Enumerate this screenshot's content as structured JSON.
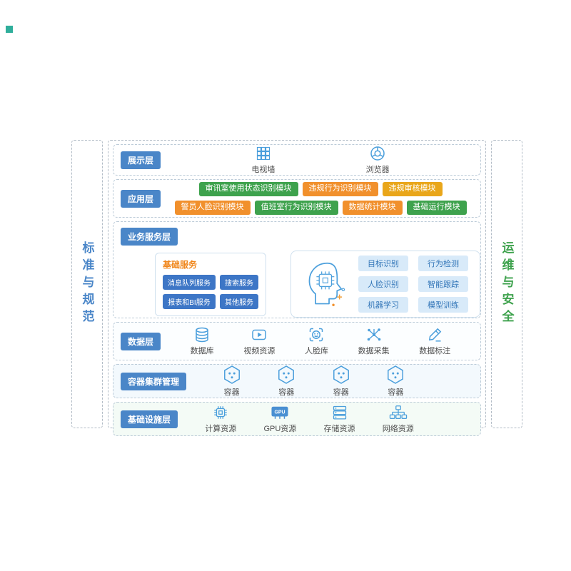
{
  "sidebar_left": {
    "label": "标准与规范"
  },
  "sidebar_right": {
    "label": "运维与安全"
  },
  "presentation": {
    "label": "展示层",
    "items": [
      {
        "icon": "tv-wall-icon",
        "label": "电视墙"
      },
      {
        "icon": "browser-icon",
        "label": "浏览器"
      }
    ]
  },
  "application": {
    "label": "应用层",
    "row1": [
      {
        "label": "审讯室使用状态识别模块",
        "color": "#3ea24d"
      },
      {
        "label": "违规行为识别模块",
        "color": "#f1902c"
      },
      {
        "label": "违规审核模块",
        "color": "#e9a61a"
      }
    ],
    "row2": [
      {
        "label": "警员人脸识别模块",
        "color": "#f1902c"
      },
      {
        "label": "值班室行为识别模块",
        "color": "#3ea24d"
      },
      {
        "label": "数据统计模块",
        "color": "#f1902c"
      },
      {
        "label": "基础运行模块",
        "color": "#3ea24d"
      }
    ]
  },
  "business": {
    "label": "业务服务层",
    "basic": {
      "title": "基础服务",
      "items": [
        "消息队列服务",
        "搜索服务",
        "报表和BI服务",
        "其他服务"
      ]
    },
    "ai": {
      "items": [
        "目标识别",
        "行为检测",
        "人脸识别",
        "智能跟踪",
        "机器学习",
        "模型训练"
      ]
    }
  },
  "data_layer": {
    "label": "数据层",
    "items": [
      {
        "icon": "database-icon",
        "label": "数据库"
      },
      {
        "icon": "video-icon",
        "label": "视频资源"
      },
      {
        "icon": "face-library-icon",
        "label": "人脸库"
      },
      {
        "icon": "data-collect-icon",
        "label": "数据采集"
      },
      {
        "icon": "data-annotate-icon",
        "label": "数据标注"
      }
    ]
  },
  "container_layer": {
    "label": "容器集群管理",
    "items": [
      {
        "icon": "container-hexagon-icon",
        "label": "容器"
      },
      {
        "icon": "container-hexagon-icon",
        "label": "容器"
      },
      {
        "icon": "container-hexagon-icon",
        "label": "容器"
      },
      {
        "icon": "container-hexagon-icon",
        "label": "容器"
      }
    ]
  },
  "infrastructure": {
    "label": "基础设施层",
    "items": [
      {
        "icon": "cpu-icon",
        "label": "计算资源"
      },
      {
        "icon": "gpu-icon",
        "label": "GPU资源",
        "icon_text": "GPU"
      },
      {
        "icon": "storage-icon",
        "label": "存储资源"
      },
      {
        "icon": "network-icon",
        "label": "网络资源"
      }
    ]
  },
  "colors": {
    "layer_label_bg": "#4a86c8",
    "module_green": "#3ea24d",
    "module_orange": "#f1902c",
    "module_yellow": "#e9a61a",
    "service_blue": "#3d76c6",
    "ai_chip_bg": "#d8eaf9",
    "ai_chip_text": "#3376b8",
    "icon_blue": "#4b9fdc",
    "sidebar_left_text": "#4a86c8",
    "sidebar_right_text": "#3ea24d"
  }
}
